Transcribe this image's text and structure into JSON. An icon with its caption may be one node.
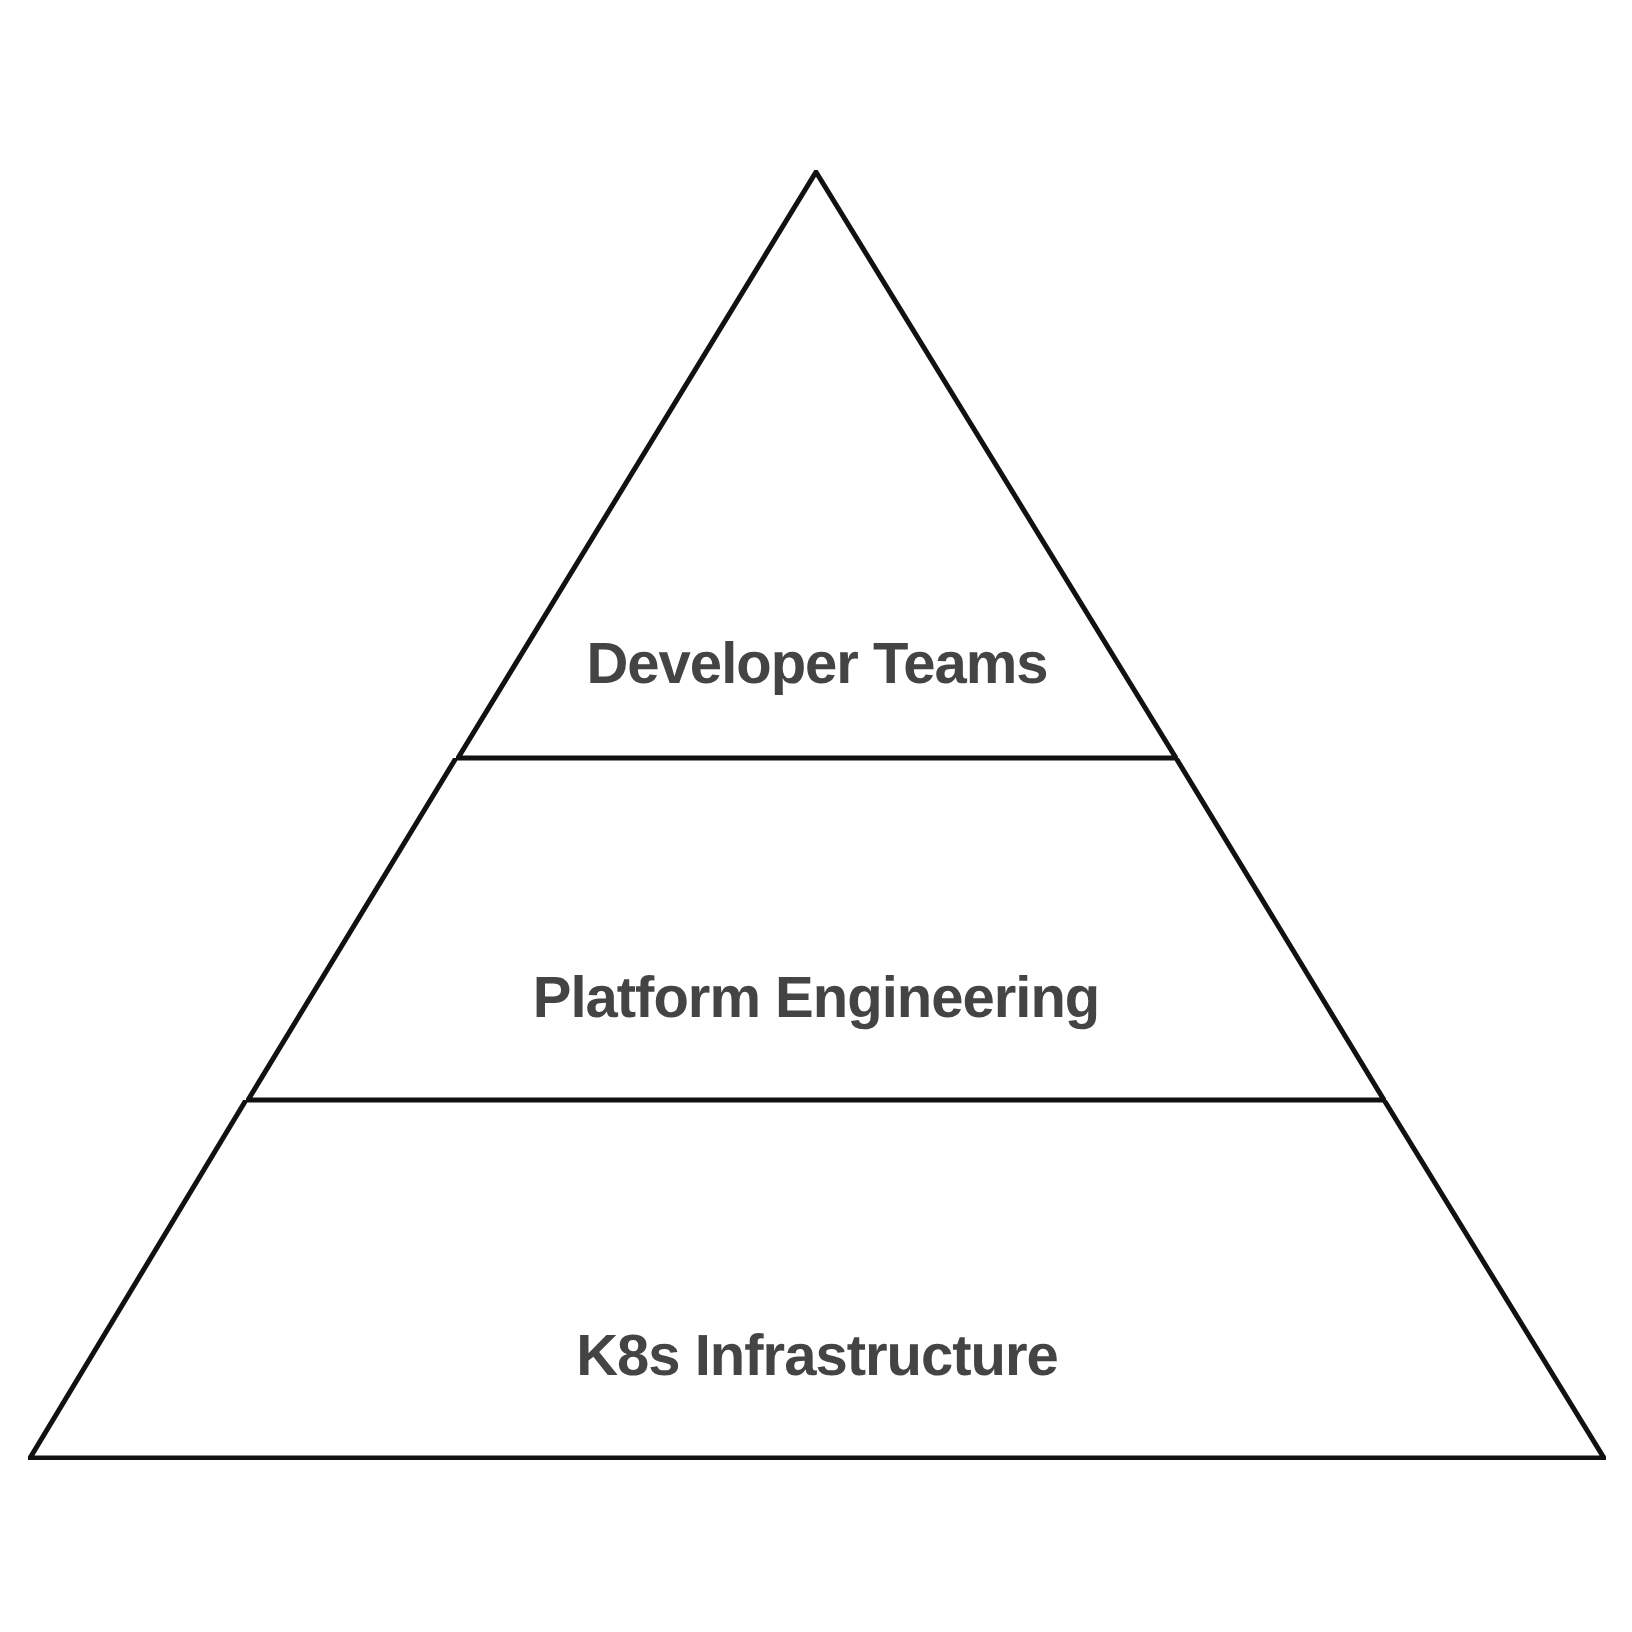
{
  "diagram": {
    "nodes": [
      {
        "text": [
          "Developer Teams"
        ]
      },
      {
        "text": [
          "Platform Engineering"
        ]
      },
      {
        "text": [
          "K8s Infrastructure"
        ]
      }
    ]
  }
}
